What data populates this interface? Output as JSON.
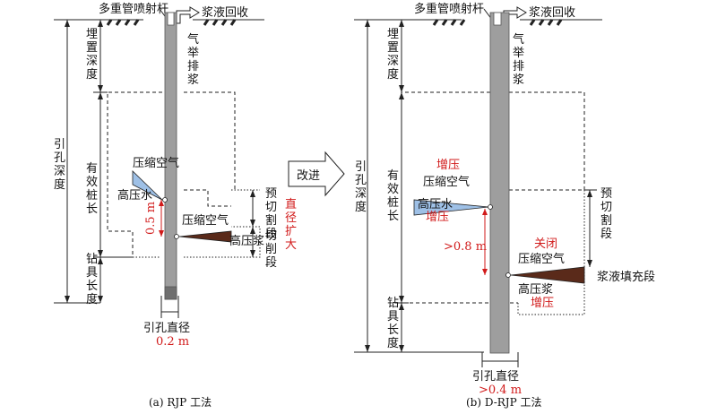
{
  "colors": {
    "red": "#d11a1a",
    "rod": "#9e9e9e",
    "rod_dark": "#6f6f6f",
    "water_jet": "#9ec0e6",
    "slurry_jet": "#5a2a1a"
  },
  "left": {
    "rod_label": "多重管喷射杆",
    "recovery_label": "浆液回收",
    "burial_depth": "埋置深度",
    "airlift": "气举排浆",
    "hole_depth": "引孔深度",
    "pile_length": "有效桩长",
    "drill_length": "钻具长度",
    "comp_air_upper": "压缩空气",
    "hp_water": "高压水",
    "comp_air_lower": "压缩空气",
    "hp_slurry": "高压浆",
    "spacing": "0.5 m",
    "precut": "预切割段",
    "cut": "切削段",
    "diameter_enlarge": "直径扩大",
    "hole_diameter_label": "引孔直径",
    "hole_diameter_value": "0.2 m",
    "caption": "(a) RJP 工法"
  },
  "arrow_label": "改进",
  "right": {
    "rod_label": "多重管喷射杆",
    "recovery_label": "浆液回收",
    "burial_depth": "埋置深度",
    "airlift": "气举排浆",
    "hole_depth": "引孔深度",
    "pile_length": "有效桩长",
    "drill_length": "钻具长度",
    "boost_top": "增压",
    "comp_air_upper": "压缩空气",
    "hp_water": "高压水",
    "boost_water": "增压",
    "spacing": ">0.8 m",
    "close": "关闭",
    "comp_air_lower": "压缩空气",
    "hp_slurry": "高压浆",
    "boost_slurry": "增压",
    "precut": "预切割段",
    "fill": "浆液填充段",
    "hole_diameter_label": "引孔直径",
    "hole_diameter_value": ">0.4 m",
    "caption": "(b) D-RJP 工法"
  }
}
